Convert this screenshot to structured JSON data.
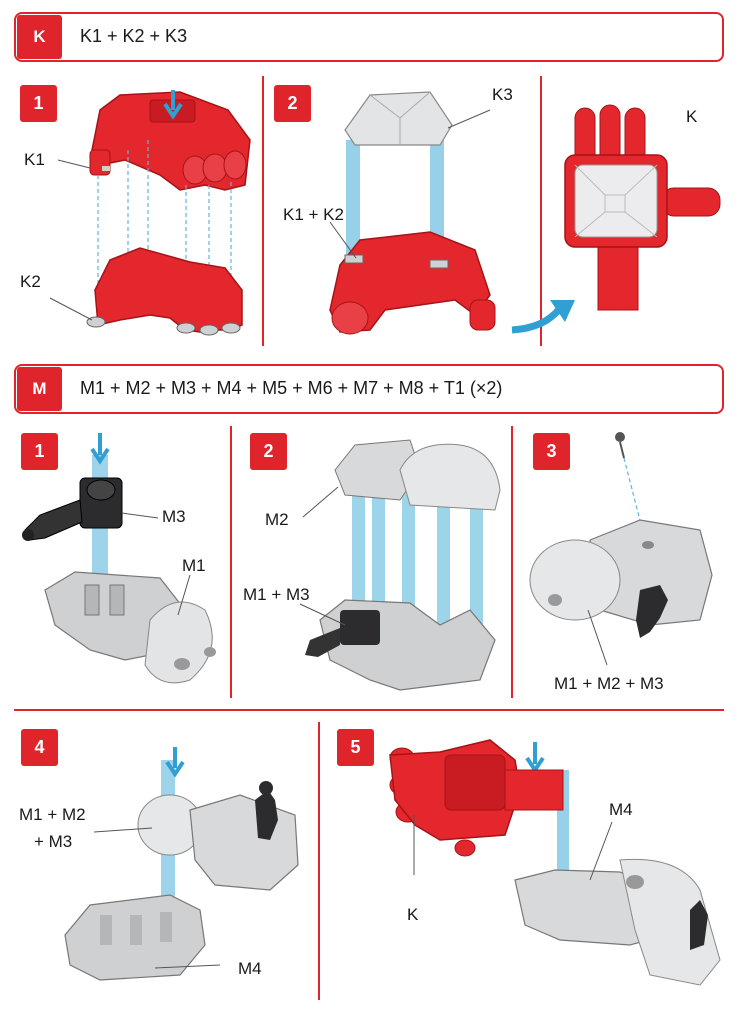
{
  "section_k": {
    "badge": "K",
    "formula": "K1 + K2 + K3",
    "steps": [
      "1",
      "2"
    ],
    "labels": {
      "k1": "K1",
      "k2": "K2",
      "k3": "K3",
      "k1k2": "K1 + K2",
      "k": "K"
    }
  },
  "section_m": {
    "badge": "M",
    "formula": "M1 + M2 + M3 + M4 + M5 + M6 + M7 + M8 + T1 (×2)",
    "steps": [
      "1",
      "2",
      "3",
      "4",
      "5"
    ],
    "labels": {
      "m3": "M3",
      "m1": "M1",
      "m2": "M2",
      "m1m3": "M1 + M3",
      "m1m2m3": "M1 + M2 + M3",
      "m1m2_line1": "M1 + M2",
      "m1m2_line2": "+ M3",
      "m4_a": "M4",
      "k": "K",
      "m4_b": "M4"
    }
  },
  "colors": {
    "accent": "#e0242b",
    "part_red": "#e3272c",
    "part_grey": "#cfd0d2",
    "guide_blue": "#7cc6e4",
    "arrow_blue": "#2f9fd4"
  }
}
